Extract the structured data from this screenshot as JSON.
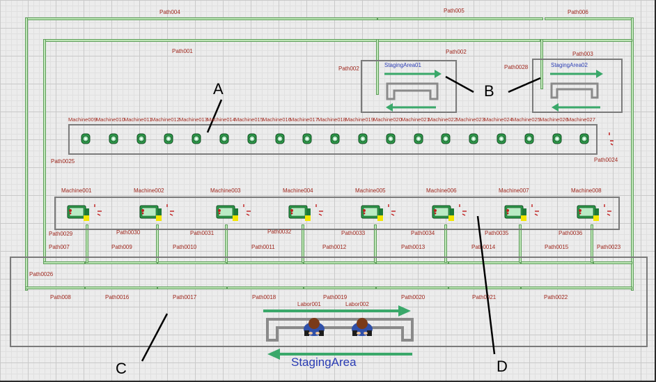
{
  "colors": {
    "grid_bg": "#ececec",
    "path_fill": "#bfe6b8",
    "path_border": "#5e9e5a",
    "label_red": "#a0281e",
    "label_blue": "#2a3cb4",
    "box_gray": "#7a7a7a",
    "arrow_green": "#3aa86a",
    "machine_green": "#2e9a4a",
    "marker_yellow": "#f2e600"
  },
  "path_labels": {
    "p004": "Path004",
    "p005": "Path005",
    "p006": "Path006",
    "p001": "Path001",
    "p002_top": "Path002",
    "p002_left": "Path002",
    "p003": "Path003",
    "p0028": "Path0028",
    "p0025": "Path0025",
    "p0024": "Path0024",
    "p0029": "Path0029",
    "p0030": "Path0030",
    "p0031": "Path0031",
    "p0032": "Path0032",
    "p0033": "Path0033",
    "p0034": "Path0034",
    "p0035": "Path0035",
    "p0036": "Path0036",
    "p007": "Path007",
    "p009": "Path009",
    "p0010": "Path0010",
    "p0011": "Path0011",
    "p0012": "Path0012",
    "p0013": "Path0013",
    "p0014": "Path0014",
    "p0015": "Path0015",
    "p0023": "Path0023",
    "p0026": "Path0026",
    "p008": "Path008",
    "p0016": "Path0016",
    "p0017": "Path0017",
    "p0018": "Path0018",
    "p0019": "Path0019",
    "p0020": "Path0020",
    "p0021": "Path0021",
    "p0022": "Path0022"
  },
  "staging": {
    "area01": "StagingArea01",
    "area02": "StagingArea02",
    "main": "StagingArea"
  },
  "labor": {
    "l1": "Labor001",
    "l2": "Labor002"
  },
  "machine_row1_labels": [
    "Machine009",
    "Machine010",
    "Machine011",
    "Machine012",
    "Machine013",
    "Machine014",
    "Machine015",
    "Machine016",
    "Machine017",
    "Machine018",
    "Machine019",
    "Machine020",
    "Machine021",
    "Machine022",
    "Machine023",
    "Machine024",
    "Machine025",
    "Machine026",
    "Machine027"
  ],
  "machine_row2_labels": [
    "Machine001",
    "Machine002",
    "Machine003",
    "Machine004",
    "Machine005",
    "Machine006",
    "Machine007",
    "Machine008"
  ],
  "callouts": {
    "a": "A",
    "b": "B",
    "c": "C",
    "d": "D"
  }
}
